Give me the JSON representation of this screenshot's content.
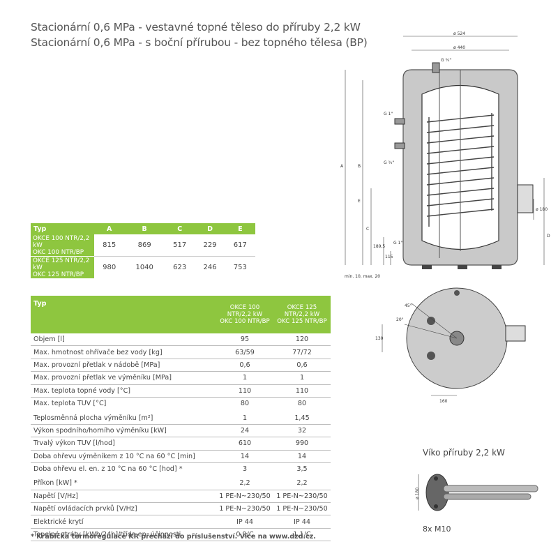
{
  "headings": [
    "Stacionární 0,6 MPa - vestavné topné těleso do příruby 2,2 kW",
    "Stacionární 0,6 MPa - s boční přírubou - bez topného tělesa (BP)"
  ],
  "dims_table": {
    "headers": [
      "Typ",
      "A",
      "B",
      "C",
      "D",
      "E"
    ],
    "rows": [
      {
        "model_line1": "OKCE 100 NTR/2,2 kW",
        "model_line2": "OKC 100 NTR/BP",
        "values": [
          "815",
          "869",
          "517",
          "229",
          "617"
        ]
      },
      {
        "model_line1": "OKCE 125 NTR/2,2 kW",
        "model_line2": "OKC 125 NTR/BP",
        "values": [
          "980",
          "1040",
          "623",
          "246",
          "753"
        ]
      }
    ]
  },
  "spec_table": {
    "header_label": "Typ",
    "columns": [
      {
        "line1": "OKCE 100",
        "line2": "NTR/2,2 kW",
        "line3": "OKC 100 NTR/BP"
      },
      {
        "line1": "OKCE 125",
        "line2": "NTR/2,2 kW",
        "line3": "OKC 125 NTR/BP"
      }
    ],
    "rows": [
      {
        "label": "Objem [l]",
        "v1": "95",
        "v2": "120"
      },
      {
        "label": "Max. hmotnost ohřívače bez vody [kg]",
        "v1": "63/59",
        "v2": "77/72"
      },
      {
        "label": "Max. provozní přetlak v nádobě [MPa]",
        "v1": "0,6",
        "v2": "0,6"
      },
      {
        "label": "Max. provozní přetlak ve výměníku [MPa]",
        "v1": "1",
        "v2": "1"
      },
      {
        "label": "Max. teplota topné vody [°C]",
        "v1": "110",
        "v2": "110"
      },
      {
        "label": "Max. teplota TUV [°C]",
        "v1": "80",
        "v2": "80"
      },
      {
        "label": "Teplosměnná plocha výměníku [m²]",
        "v1": "1",
        "v2": "1,45"
      },
      {
        "label": "Výkon spodního/horního výměníku [kW]",
        "v1": "24",
        "v2": "32"
      },
      {
        "label": "Trvalý výkon TUV [l/hod]",
        "v1": "610",
        "v2": "990"
      },
      {
        "label": "Doba ohřevu výměníkem z 10 °C na 60 °C [min]",
        "v1": "14",
        "v2": "14"
      },
      {
        "label": "Doba ohřevu el. en. z 10 °C na 60 °C [hod] *",
        "v1": "3",
        "v2": "3,5"
      },
      {
        "label": "Příkon [kW] *",
        "v1": "2,2",
        "v2": "2,2"
      },
      {
        "label": "Napětí [V/Hz]",
        "v1": "1 PE-N~230/50",
        "v2": "1 PE-N~230/50"
      },
      {
        "label": "Napětí ovládacích prvků [V/Hz]",
        "v1": "1 PE-N~230/50",
        "v2": "1 PE-N~230/50"
      },
      {
        "label": "Elektrické krytí",
        "v1": "IP 44",
        "v2": "IP 44"
      },
      {
        "label": "Tepelné ztráty [kWh/24h]/třída en. účinnosti",
        "v1": "0,9/C",
        "v2": "1,1/C"
      }
    ]
  },
  "footnote": "* Krabička termoregulace KR přechází do příslušenství. Více na www.dzd.cz.",
  "drawing": {
    "dim_outer": "ø 524",
    "dim_inner": "ø 440",
    "g34_top": "G ¾\"",
    "g1": "G 1\"",
    "g34_side": "G ¾\"",
    "label_a": "A",
    "label_b": "B",
    "label_c": "C",
    "label_d": "D",
    "label_e": "E",
    "label_1895": "189,5",
    "label_115": "115",
    "label_g1_low": "G 1\"",
    "label_180": "ø 180",
    "min_max": "min. 10, max. 20",
    "top_angle1": "20°",
    "top_angle2": "45°",
    "top_130": "130",
    "top_160": "160",
    "flange_label": "Víko příruby 2,2 kW",
    "flange_dim": "ø 180",
    "bolts": "8x M10"
  }
}
